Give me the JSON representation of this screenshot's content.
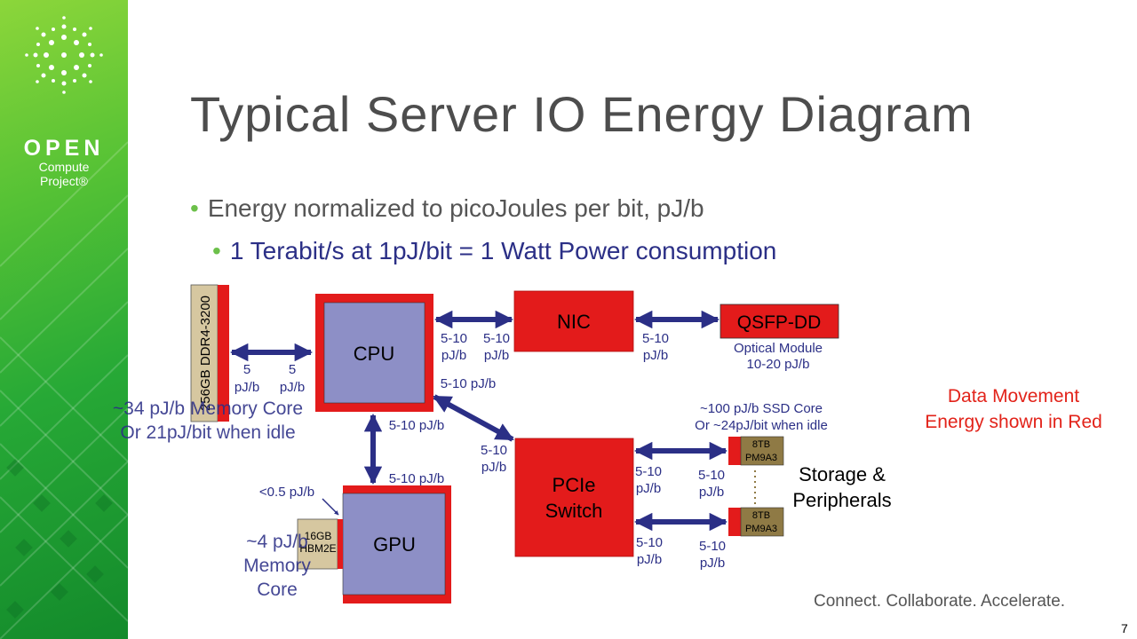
{
  "branding": {
    "logo_open": "OPEN",
    "logo_line1": "Compute",
    "logo_line2": "Project®"
  },
  "slide": {
    "title": "Typical Server IO Energy Diagram",
    "bullet1": "Energy normalized to picoJoules per bit, pJ/b",
    "bullet2": "1 Terabit/s at 1pJ/bit = 1 Watt Power consumption",
    "footer": "Connect. Collaborate. Accelerate.",
    "page_number": "7"
  },
  "diagram": {
    "nodes": {
      "dram": "256GB DDR4-3200",
      "cpu": "CPU",
      "nic": "NIC",
      "qsfp": "QSFP-DD",
      "gpu": "GPU",
      "hbm_l1": "16GB",
      "hbm_l2": "HBM2E",
      "switch_l1": "PCIe",
      "switch_l2": "Switch",
      "ssd1_l1": "8TB",
      "ssd1_l2": "PM9A3",
      "ssd2_l1": "8TB",
      "ssd2_l2": "PM9A3"
    },
    "labels": {
      "dram_link_left_value": "5",
      "dram_link_left_unit": "pJ/b",
      "dram_link_right_value": "5",
      "dram_link_right_unit": "pJ/b",
      "cpu_nic_left_value": "5-10",
      "cpu_nic_left_unit": "pJ/b",
      "cpu_nic_right_value": "5-10",
      "cpu_nic_right_unit": "pJ/b",
      "nic_qsfp_value": "5-10",
      "nic_qsfp_unit": "pJ/b",
      "optical_l1": "Optical Module",
      "optical_l2": "10-20 pJ/b",
      "cpu_switch_top": "5-10 pJ/b",
      "cpu_switch_value": "5-10",
      "cpu_switch_unit": "pJ/b",
      "cpu_gpu_top": "5-10 pJ/b",
      "cpu_gpu_bottom": "5-10 pJ/b",
      "mem_core_l1": "~34 pJ/b Memory Core",
      "mem_core_l2": "Or 21pJ/bit when idle",
      "hbm_link": "<0.5 pJ/b",
      "hbm_core_l1": "~4 pJ/b",
      "hbm_core_l2": "Memory",
      "hbm_core_l3": "Core",
      "ssd_core_l1": "~100 pJ/b SSD Core",
      "ssd_core_l2": "Or ~24pJ/bit when idle",
      "sw_ssd1_left_value": "5-10",
      "sw_ssd1_left_unit": "pJ/b",
      "sw_ssd1_right_value": "5-10",
      "sw_ssd1_right_unit": "pJ/b",
      "sw_ssd2_left_value": "5-10",
      "sw_ssd2_left_unit": "pJ/b",
      "sw_ssd2_right_value": "5-10",
      "sw_ssd2_right_unit": "pJ/b",
      "storage_l1": "Storage &",
      "storage_l2": "Peripherals",
      "legend_l1": "Data Movement",
      "legend_l2": "Energy shown in Red"
    },
    "colors": {
      "red": "#e31b1b",
      "violet": "#8d8fc6",
      "tan": "#d6c7a0",
      "ssd_brown": "#8f7a45",
      "arrow_navy": "#2b2f86",
      "legend_red": "#e2231a"
    }
  }
}
